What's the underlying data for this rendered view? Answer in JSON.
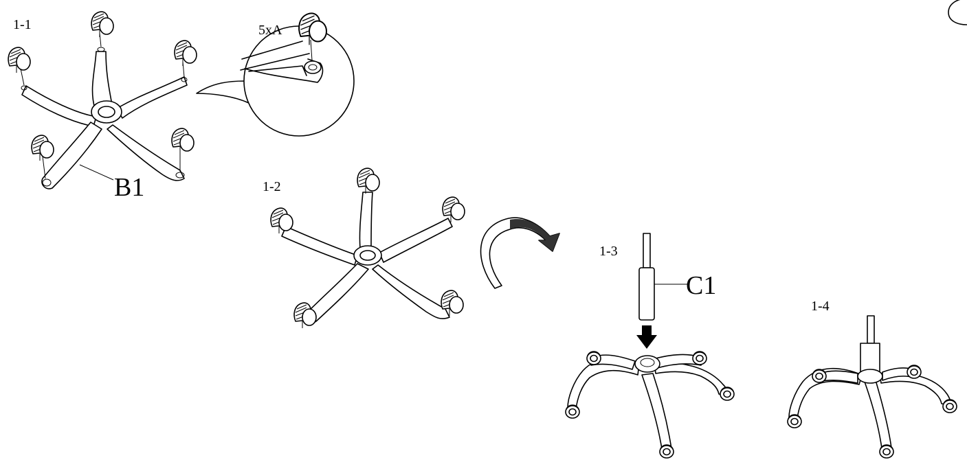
{
  "steps": {
    "step1": "1-1",
    "step2": "1-2",
    "step3": "1-3",
    "step4": "1-4"
  },
  "parts": {
    "base": "B1",
    "gas_lift": "C1",
    "casters": "5xA"
  }
}
